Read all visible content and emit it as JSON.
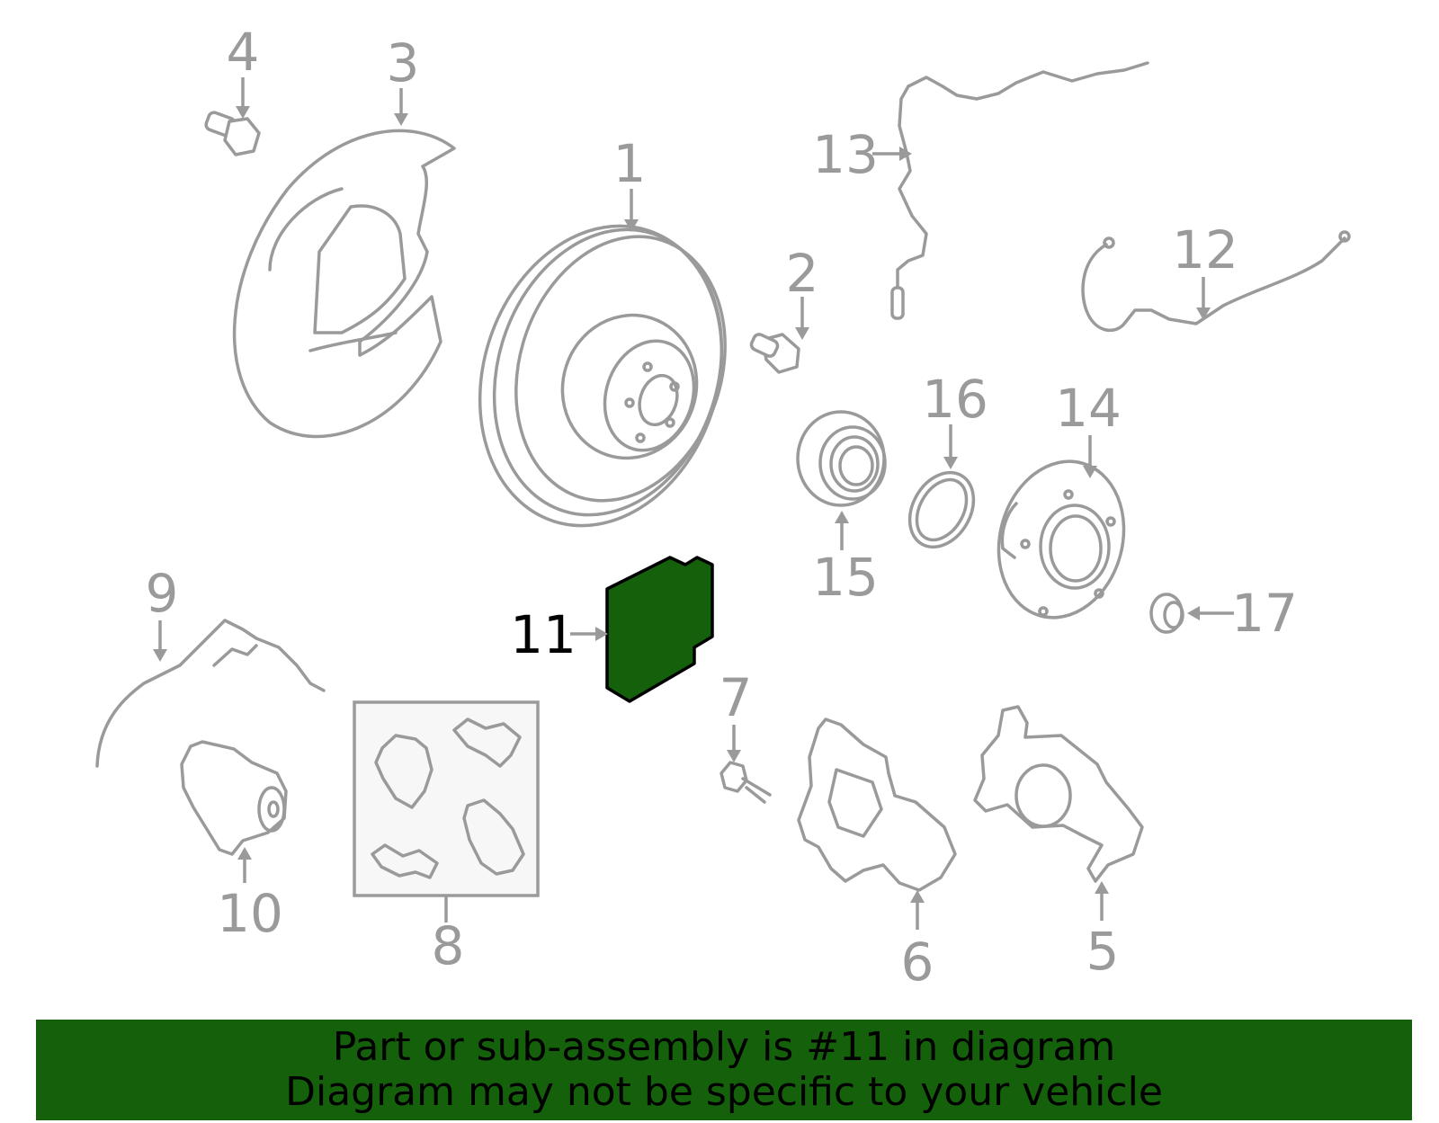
{
  "callouts": {
    "c1": "1",
    "c2": "2",
    "c3": "3",
    "c4": "4",
    "c5": "5",
    "c6": "6",
    "c7": "7",
    "c8": "8",
    "c9": "9",
    "c10": "10",
    "c11": "11",
    "c12": "12",
    "c13": "13",
    "c14": "14",
    "c15": "15",
    "c16": "16",
    "c17": "17"
  },
  "highlight": {
    "part_number": "11",
    "color": "#15610b"
  },
  "colors": {
    "line": "#9a9a9a",
    "banner": "#15610b",
    "text": "#000000"
  },
  "banner": {
    "line1": "Part or sub-assembly is #11 in diagram",
    "line2": "Diagram may not be specific to your vehicle"
  }
}
